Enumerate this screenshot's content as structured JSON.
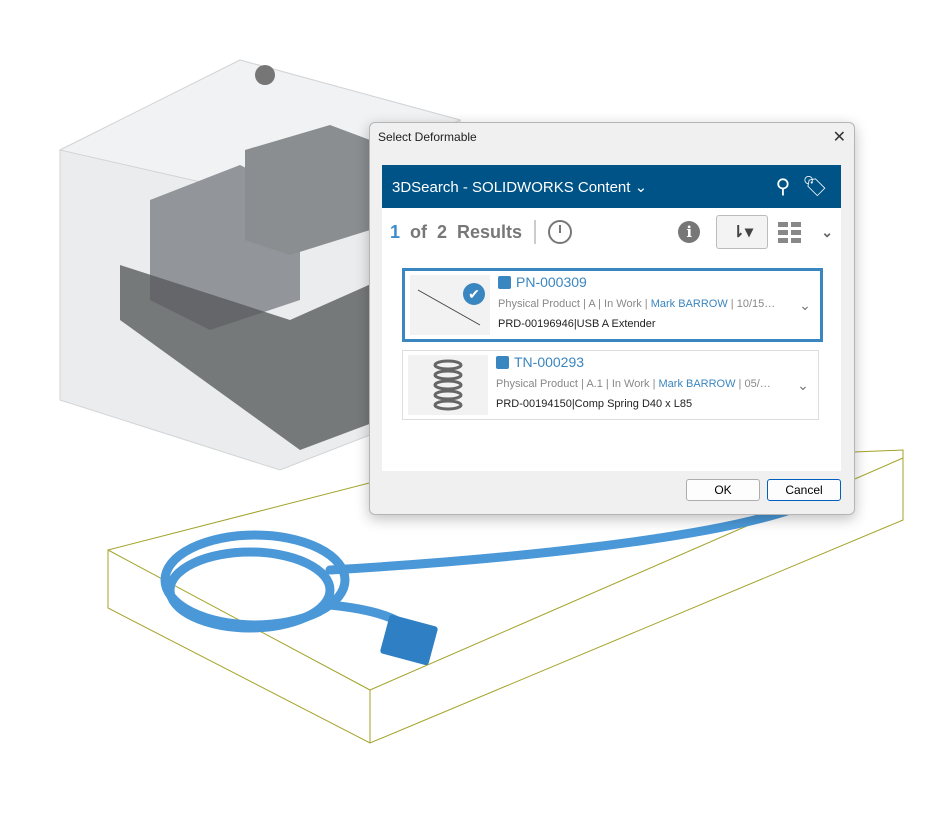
{
  "dialog": {
    "title": "Select Deformable",
    "close": "✕"
  },
  "header": {
    "title": "3DSearch - SOLIDWORKS Content",
    "dropdown": "⌄",
    "search_icon": "⚲",
    "tag_icon": "🏷"
  },
  "toolbar": {
    "current": "1",
    "of": "of",
    "total": "2",
    "results": "Results",
    "info": "i",
    "sort": "⇂▾",
    "more": "⌄"
  },
  "results": [
    {
      "id": "PN-000309",
      "type": "Physical Product",
      "rev": "A",
      "state": "In Work",
      "owner": "Mark BARROW",
      "date": "10/15…",
      "desc": "PRD-00196946|USB A Extender",
      "selected": true
    },
    {
      "id": "TN-000293",
      "type": "Physical Product",
      "rev": "A.1",
      "state": "In Work",
      "owner": "Mark BARROW",
      "date": "05/…",
      "desc": "PRD-00194150|Comp Spring D40 x L85",
      "selected": false
    }
  ],
  "buttons": {
    "ok": "OK",
    "cancel": "Cancel"
  },
  "colors": {
    "header": "#005386",
    "accent": "#3a86c0"
  }
}
